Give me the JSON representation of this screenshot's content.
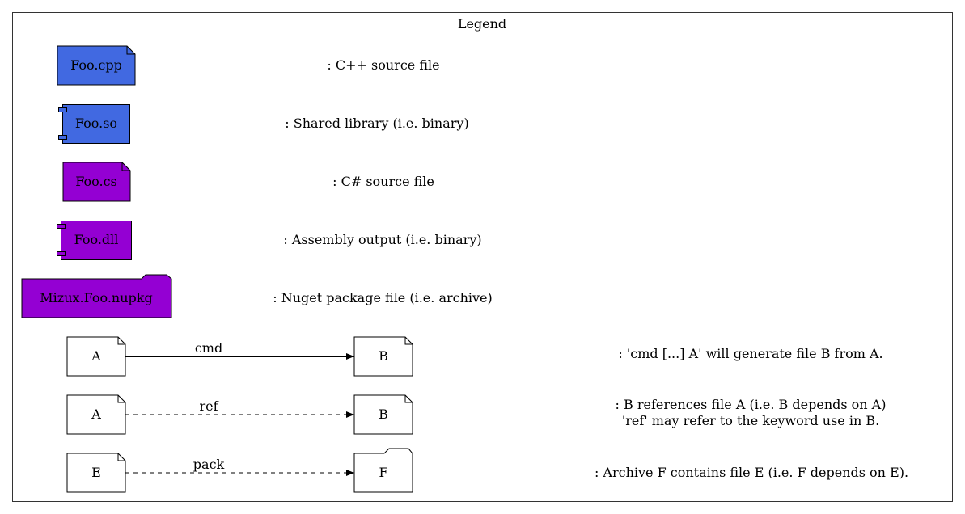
{
  "title": "Legend",
  "colors": {
    "cpp": "#4169e1",
    "csharp": "#9400d3",
    "plain": "#ffffff",
    "stroke": "#000000",
    "frame": "#333333"
  },
  "legend_items": [
    {
      "node": "Foo.cpp",
      "description": ": C++ source file"
    },
    {
      "node": "Foo.so",
      "description": ": Shared library (i.e. binary)"
    },
    {
      "node": "Foo.cs",
      "description": ": C# source file"
    },
    {
      "node": "Foo.dll",
      "description": ": Assembly output (i.e. binary)"
    },
    {
      "node": "Mizux.Foo.nupkg",
      "description": ": Nuget package file (i.e. archive)"
    }
  ],
  "relations": [
    {
      "source": "A",
      "target": "B",
      "edge_label": "cmd",
      "style": "solid",
      "description": ": 'cmd [...] A' will generate file B from A."
    },
    {
      "source": "A",
      "target": "B",
      "edge_label": "ref",
      "style": "dashed",
      "description": ": B references file A (i.e. B depends on A)",
      "description_line2": "'ref' may refer to the keyword use in B."
    },
    {
      "source": "E",
      "target": "F",
      "edge_label": "pack",
      "style": "dashed",
      "description": ": Archive F contains file E (i.e. F depends on E)."
    }
  ]
}
